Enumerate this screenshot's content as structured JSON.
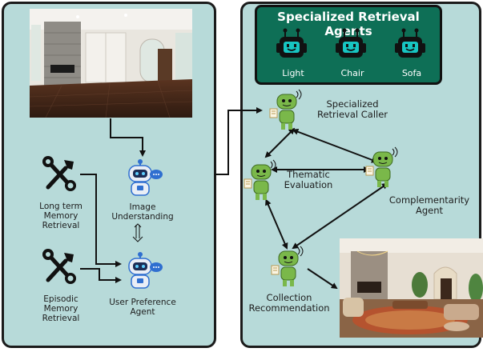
{
  "left_panel": {
    "labels": {
      "image_understanding": "Image\nUnderstanding",
      "long_term_memory": "Long term\nMemory\nRetrieval",
      "episodic_memory": "Episodic\nMemory\nRetrieval",
      "user_preference_agent": "User Preference\nAgent"
    }
  },
  "right_panel": {
    "specialized_box": {
      "title": "Specialized Retrieval Agents",
      "agents": [
        "Light",
        "Chair",
        "Sofa"
      ]
    },
    "labels": {
      "specialized_retrieval_caller": "Specialized\nRetrieval Caller",
      "thematic_evaluation": "Thematic\nEvaluation",
      "complementarity_agent": "Complementarity\nAgent",
      "collection_recommendation": "Collection\nRecommendation"
    }
  },
  "colors": {
    "panel_background": "#b7dad9",
    "agents_box": "#0e6f56",
    "robot_green": "#7ab84a",
    "robot_blue": "#2f6fd0",
    "outline": "#1b1b1b"
  }
}
